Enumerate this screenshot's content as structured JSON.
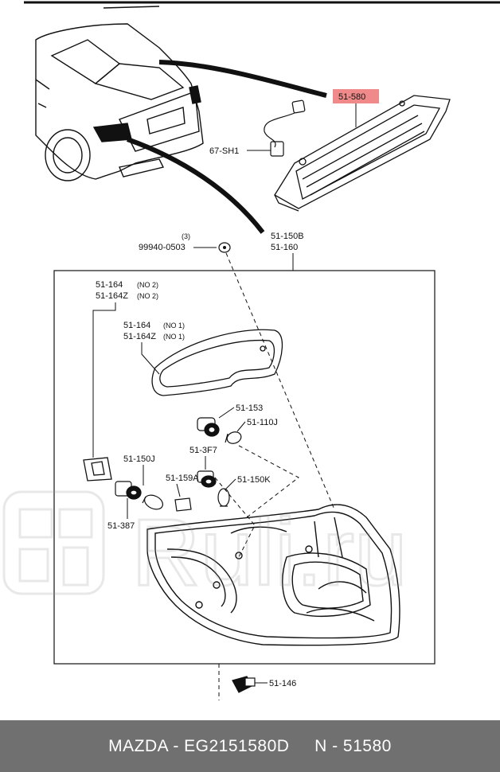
{
  "labels": {
    "hmsl": "51-580",
    "harness": "67-SH1",
    "washer_qty": "(3)",
    "washer": "99940-0503",
    "lamp_assy_b": "51-150B",
    "lamp_assy": "51-160",
    "gasket_no2": "51-164",
    "gasket_no2_note": "(NO 2)",
    "gasket_no2z": "51-164Z",
    "gasket_no2z_note": "(NO 2)",
    "gasket_no1": "51-164",
    "gasket_no1_note": "(NO 1)",
    "gasket_no1z": "51-164Z",
    "gasket_no1z_note": "(NO 1)",
    "socket_153": "51-153",
    "bulb_110j": "51-110J",
    "socket_3f7": "51-3F7",
    "bulb_150j": "51-150J",
    "clip_159a": "51-159A",
    "bulb_150k": "51-150K",
    "socket_387": "51-387",
    "nut_146": "51-146"
  },
  "colors": {
    "highlight": "#f08a8a",
    "footer_bg": "#707070",
    "line": "#111111"
  },
  "watermark_text": "Ruli.ru",
  "footer": {
    "text": "MAZDA - EG2151580D     N - 51580"
  }
}
